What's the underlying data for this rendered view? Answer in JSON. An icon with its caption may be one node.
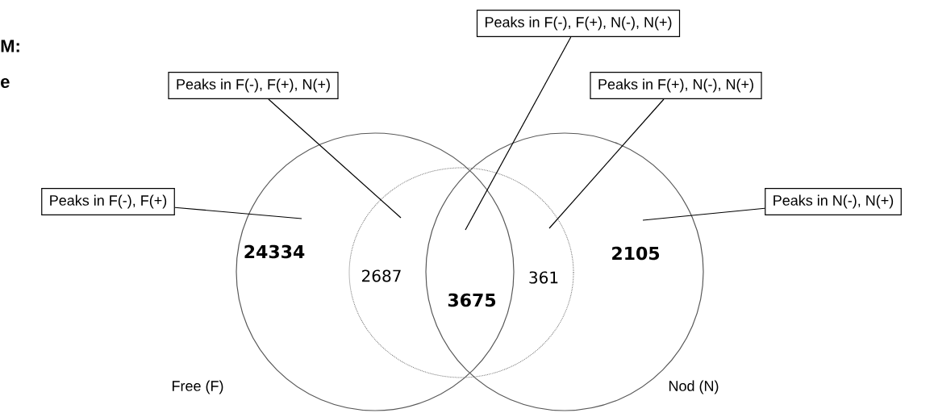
{
  "diagram": {
    "nodes": [
      {
        "text": [
          "Peaks in F(-), F(+), N(-), N(+)"
        ]
      },
      {
        "text": [
          "Peaks in F(-), F(+), N(+)"
        ]
      },
      {
        "text": [
          "Peaks in F(+), N(-), N(+)"
        ]
      },
      {
        "text": [
          "Peaks in F(-), F(+)"
        ]
      },
      {
        "text": [
          "Peaks in N(-), N(+)"
        ]
      }
    ],
    "edges": [
      {
        "from": 0,
        "to": null,
        "arrow": "none"
      },
      {
        "from": 1,
        "to": null,
        "arrow": "none"
      },
      {
        "from": 2,
        "to": null,
        "arrow": "none"
      },
      {
        "from": 3,
        "to": null,
        "arrow": "none"
      },
      {
        "from": 4,
        "to": null,
        "arrow": "none"
      }
    ],
    "labels": [
      "M:",
      "e",
      "24334",
      "2687",
      "3675",
      "361",
      "2105",
      "Free (F)",
      "Nod (N)"
    ]
  }
}
